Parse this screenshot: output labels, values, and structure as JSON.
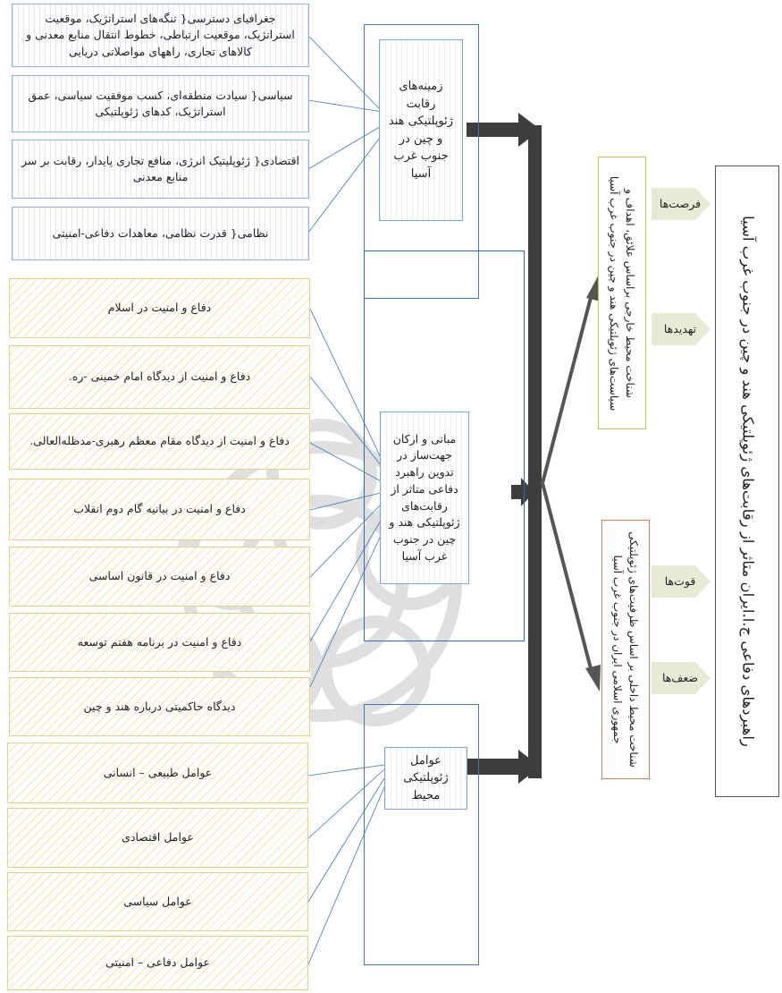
{
  "left_top_boxes": [
    "جغرافیای دسترسی{ تنگه‌های استراتژیک، موقعیت استراتژیک، موقعیت ارتباطی، خطوط انتقال منابع معدنی و کالاهای تجاری، راههای مواصلاتی دریایی",
    "سیاسی{ سیادت منطقه‌ای، کسب موفقیت سیاسی، عمق استراتژیک، کدهای ژئوپلتیکی",
    "اقتصادی{ ژئوپلیتیک انرژی، منافع تجاری پایدار، رقابت بر سر منابع معدنی",
    "نظامی{ قدرت نظامی، معاهدات دفاعی-امنیتی"
  ],
  "left_middle_boxes": [
    "دفاع و امنیت در اسلام",
    "دفاع و امنیت از دیدگاه امام خمینی -ره.",
    "دفاع و امنیت از دیدگاه مقام معظم رهبری-مدظله‌العالی.",
    "دفاع و امنیت در بیانیه گام دوم انقلاب",
    "دفاع و امنیت در قانون اساسی",
    "دفاع و امنیت در برنامه هفتم توسعه",
    "دیدگاه حاکمیتی درباره هند و چین"
  ],
  "left_bottom_boxes": [
    "عوامل طبیعی – انسانی",
    "عوامل اقتصادی",
    "عوامل سیاسی",
    "عوامل دفاعی – امنیتی"
  ],
  "center": {
    "top": "زمینه‌های رقابت ژئوپلتیکی هند و چین در جنوب غرب آسیا",
    "middle": "مبانی و ارکان جهت‌ساز در تدوین راهبرد دفاعی متاثر از رقابت‌های ژئوپلتیکی هند و چین در جنوب غرب آسیا",
    "bottom": "عوامل ژئوپلتیکی محیط"
  },
  "right": {
    "external_env": "شناخت محیط خارجی براساس علائق، اهداف و سیاست‌های ژئوپلتیکی هند و چین در جنوب غرب آسیا",
    "internal_env": "شناخت محیط داخلی بر اساس ظرفیت‌های ژئوپلتیکی جمهوری اسلامی ایران در جنوب غرب آسیا",
    "opportunities": "فرصت‌ها",
    "threats": "تهدیدها",
    "strengths": "قوت‌ها",
    "weaknesses": "ضعف‌ها",
    "final": "راهبردهای دفاعی ج.ا.ایران متاثر از رقابت‌های ژئوپلتیکی هند و چین در جنوب غرب آسیا"
  },
  "colors": {
    "blue_border": "#3f79b5",
    "green_border": "#b5c94d",
    "red_border": "#d9825c",
    "arrow": "#3d3d3d",
    "chevron": "#e7ebd6"
  }
}
